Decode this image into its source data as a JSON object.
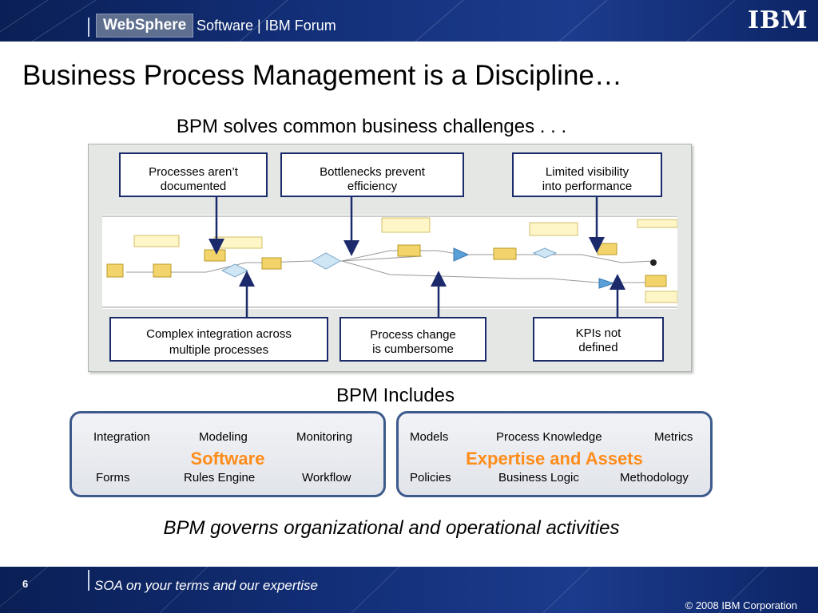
{
  "header": {
    "brand": "WebSphere",
    "subtitle": "Software | IBM Forum",
    "logo": "IBM"
  },
  "slide": {
    "title": "Business Process Management is a Discipline…",
    "subtitle": "BPM solves common business challenges . . ."
  },
  "challenges": {
    "top": [
      {
        "line1": "Processes aren’t",
        "line2": "documented"
      },
      {
        "line1": "Bottlenecks prevent",
        "line2": "efficiency"
      },
      {
        "line1": "Limited visibility",
        "line2": "into performance"
      }
    ],
    "bottom": [
      {
        "line1": "Complex integration across",
        "line2": "multiple processes"
      },
      {
        "line1": "Process change",
        "line2": "is cumbersome"
      },
      {
        "line1": "KPIs not",
        "line2": "defined"
      }
    ]
  },
  "includes": {
    "heading": "BPM Includes",
    "software": {
      "top": [
        "Integration",
        "Modeling",
        "Monitoring"
      ],
      "label": "Software",
      "bottom": [
        "Forms",
        "Rules Engine",
        "Workflow"
      ]
    },
    "expertise": {
      "top": [
        "Models",
        "Process Knowledge",
        "Metrics"
      ],
      "label": "Expertise and Assets",
      "bottom": [
        "Policies",
        "Business Logic",
        "Methodology"
      ]
    }
  },
  "governs": "BPM governs organizational and operational activities",
  "footer": {
    "page_number": "6",
    "tagline": "SOA on your terms and our expertise",
    "copyright": "© 2008 IBM Corporation"
  },
  "colors": {
    "header_bg": "#13307a",
    "accent_orange": "#ff8c1a",
    "box_border": "#1b2a6b",
    "card_border": "#3c5a8c"
  }
}
